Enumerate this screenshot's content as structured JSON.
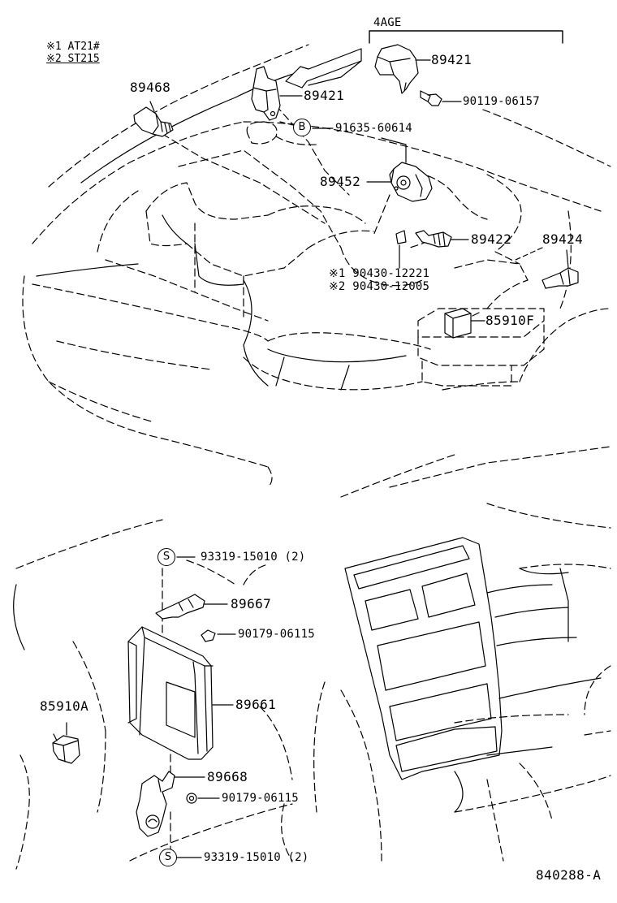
{
  "notes": {
    "note1": "※1 AT21#",
    "note2": "※2 ST215"
  },
  "header": {
    "engine_group": "4AGE"
  },
  "parts": {
    "p89468": "89468",
    "p89421_top": "89421",
    "p89421_mid": "89421",
    "p90119": "90119-06157",
    "p91635": "91635-60614",
    "p89452": "89452",
    "p89422": "89422",
    "p89424": "89424",
    "p90430_1": "※1  90430-12221",
    "p90430_2": "※2  90430-12005",
    "p85910F": "85910F",
    "p93319_top": "93319-15010 (2)",
    "p89667": "89667",
    "p90179_top": "90179-06115",
    "p89661": "89661",
    "p85910A": "85910A",
    "p89668": "89668",
    "p90179_bot": "90179-06115",
    "p93319_bot": "93319-15010 (2)"
  },
  "markers": {
    "b_marker": "B",
    "s_marker_top": "S",
    "s_marker_bot": "S"
  },
  "footer": {
    "drawing_code": "840288-A"
  }
}
